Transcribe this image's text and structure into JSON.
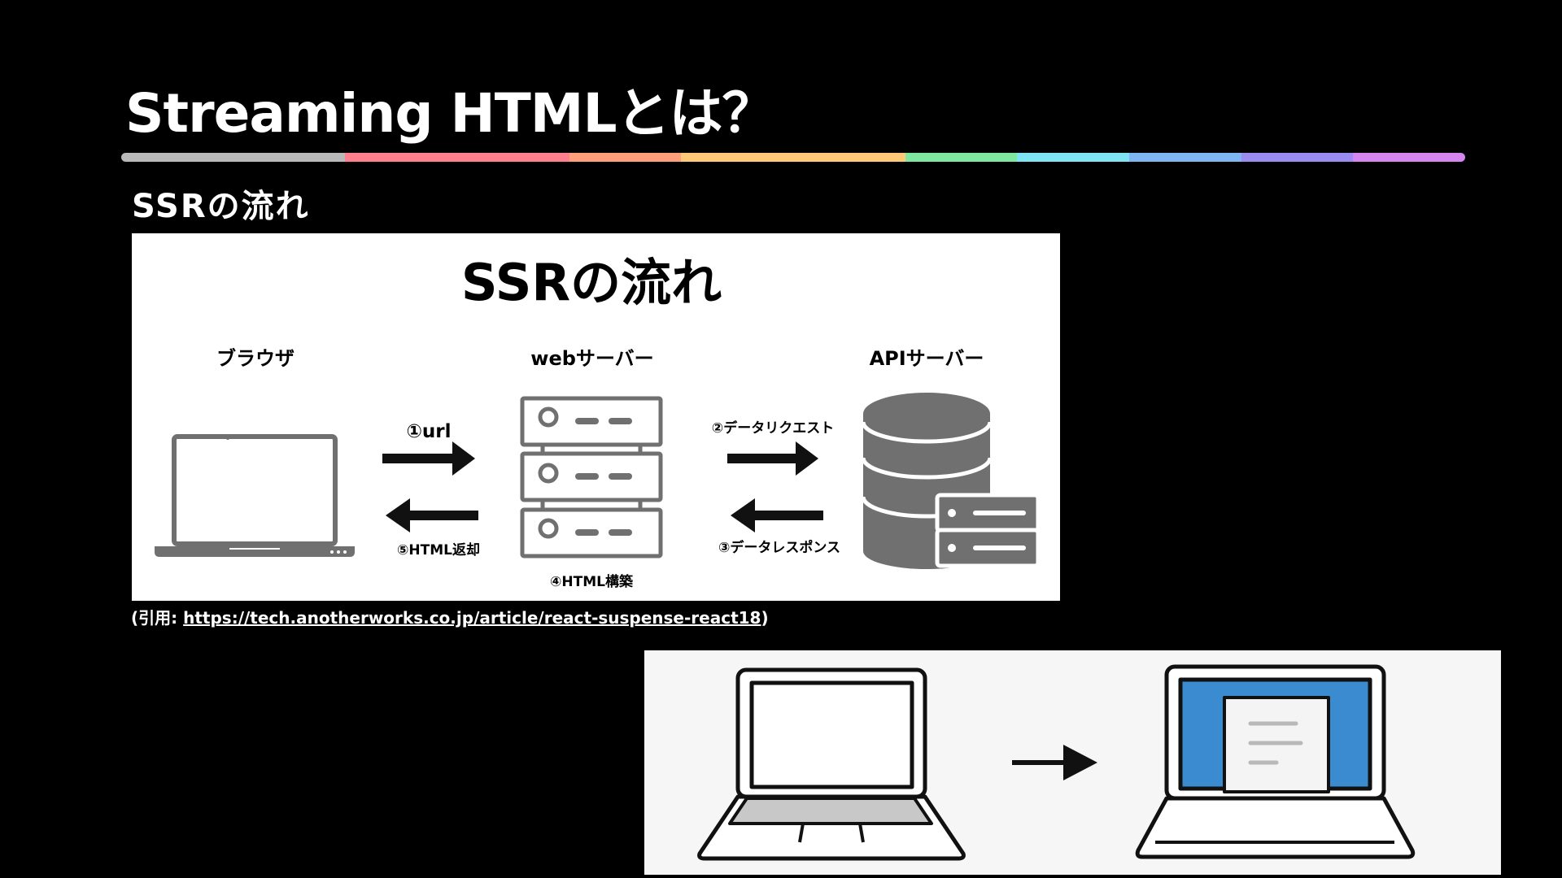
{
  "slide": {
    "title": "Streaming HTMLとは？",
    "subtitle": "SSRの流れ",
    "rainbow_colors": [
      "#b9b9b9",
      "#b9b9b9",
      "#ff7f8c",
      "#ff7f8c",
      "#ff9e7a",
      "#ffc977",
      "#ffc977",
      "#7ee8a0",
      "#7ee3f2",
      "#7fb5f2",
      "#9a8cf0",
      "#d687ef"
    ]
  },
  "diagram": {
    "heading": "SSRの流れ",
    "nodes": {
      "browser": "ブラウザ",
      "web_server": "webサーバー",
      "api_server": "APIサーバー"
    },
    "steps": {
      "step1": "①url",
      "step2": "②データリクエスト",
      "step3": "③データレスポンス",
      "step4": "④HTML構築",
      "step5": "⑤HTML返却"
    }
  },
  "citation": {
    "prefix": "(引用: ",
    "link": "https://tech.anotherworks.co.jp/article/react-suspense-react18",
    "suffix": ")"
  },
  "illustration": {
    "icons": [
      "blank-laptop-icon",
      "right-arrow-icon",
      "laptop-with-document-icon"
    ],
    "screen_color": "#3b8bd0"
  }
}
